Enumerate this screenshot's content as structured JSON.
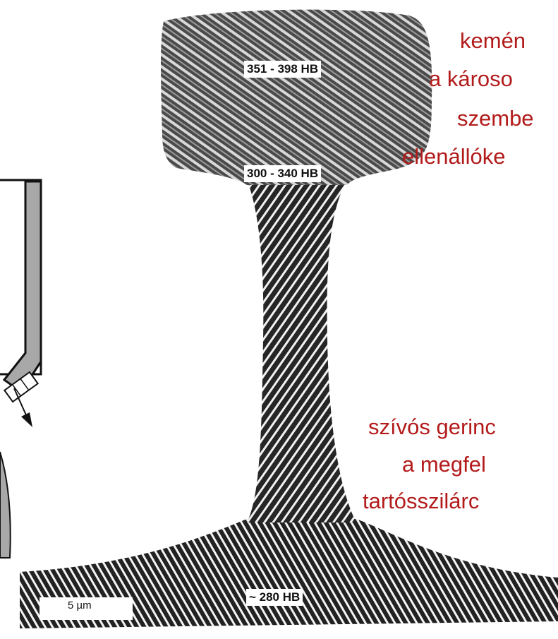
{
  "hardness_labels": {
    "head_top": "351 - 398 HB",
    "head_bottom": "300 - 340 HB",
    "foot": "~ 280 HB"
  },
  "annotations": {
    "head_text": [
      "kemén",
      "a károso",
      "szembe",
      "ellenállóke"
    ],
    "web_text": [
      "szívós gerinc",
      "a megfel",
      "tartósszilárc"
    ]
  },
  "scale_bar": {
    "label": "5 µm"
  },
  "colors": {
    "annotation_red": "#b31b1b",
    "microstructure_dark": "#2a2a2a",
    "diagram_gray": "#a8a8a8"
  }
}
